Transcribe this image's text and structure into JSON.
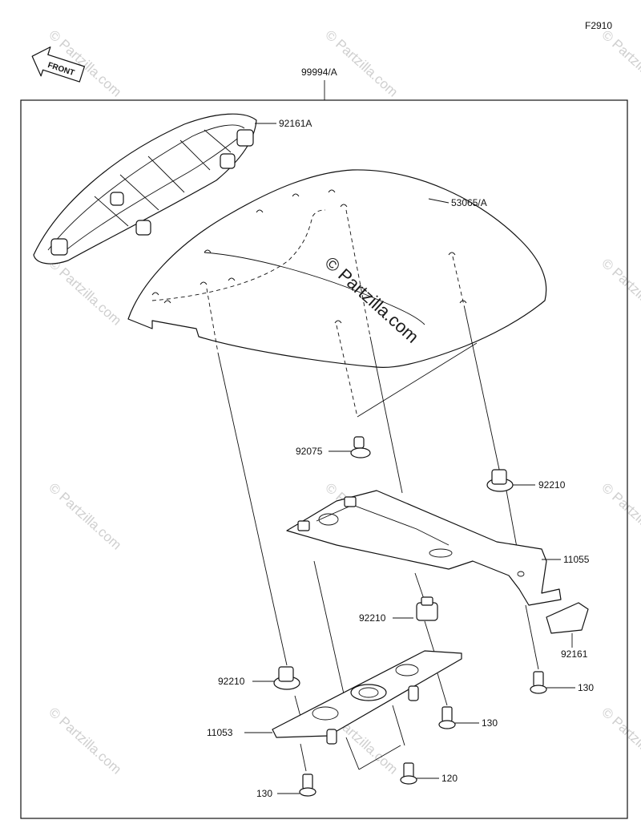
{
  "figure_code": "F2910",
  "front_label": "FRONT",
  "assembly_label": "99994/A",
  "watermark_center": "© Partzilla.com",
  "watermark_tile": "© Partzilla.com",
  "parts": [
    {
      "id": "92161A",
      "label": "92161A"
    },
    {
      "id": "53065A",
      "label": "53065/A"
    },
    {
      "id": "92075",
      "label": "92075"
    },
    {
      "id": "92210-upper-right",
      "label": "92210"
    },
    {
      "id": "11055",
      "label": "11055"
    },
    {
      "id": "92210-middle",
      "label": "92210"
    },
    {
      "id": "92161",
      "label": "92161"
    },
    {
      "id": "92210-left",
      "label": "92210"
    },
    {
      "id": "130-right",
      "label": "130"
    },
    {
      "id": "130-middle",
      "label": "130"
    },
    {
      "id": "11053",
      "label": "11053"
    },
    {
      "id": "120",
      "label": "120"
    },
    {
      "id": "130-bottom",
      "label": "130"
    }
  ]
}
